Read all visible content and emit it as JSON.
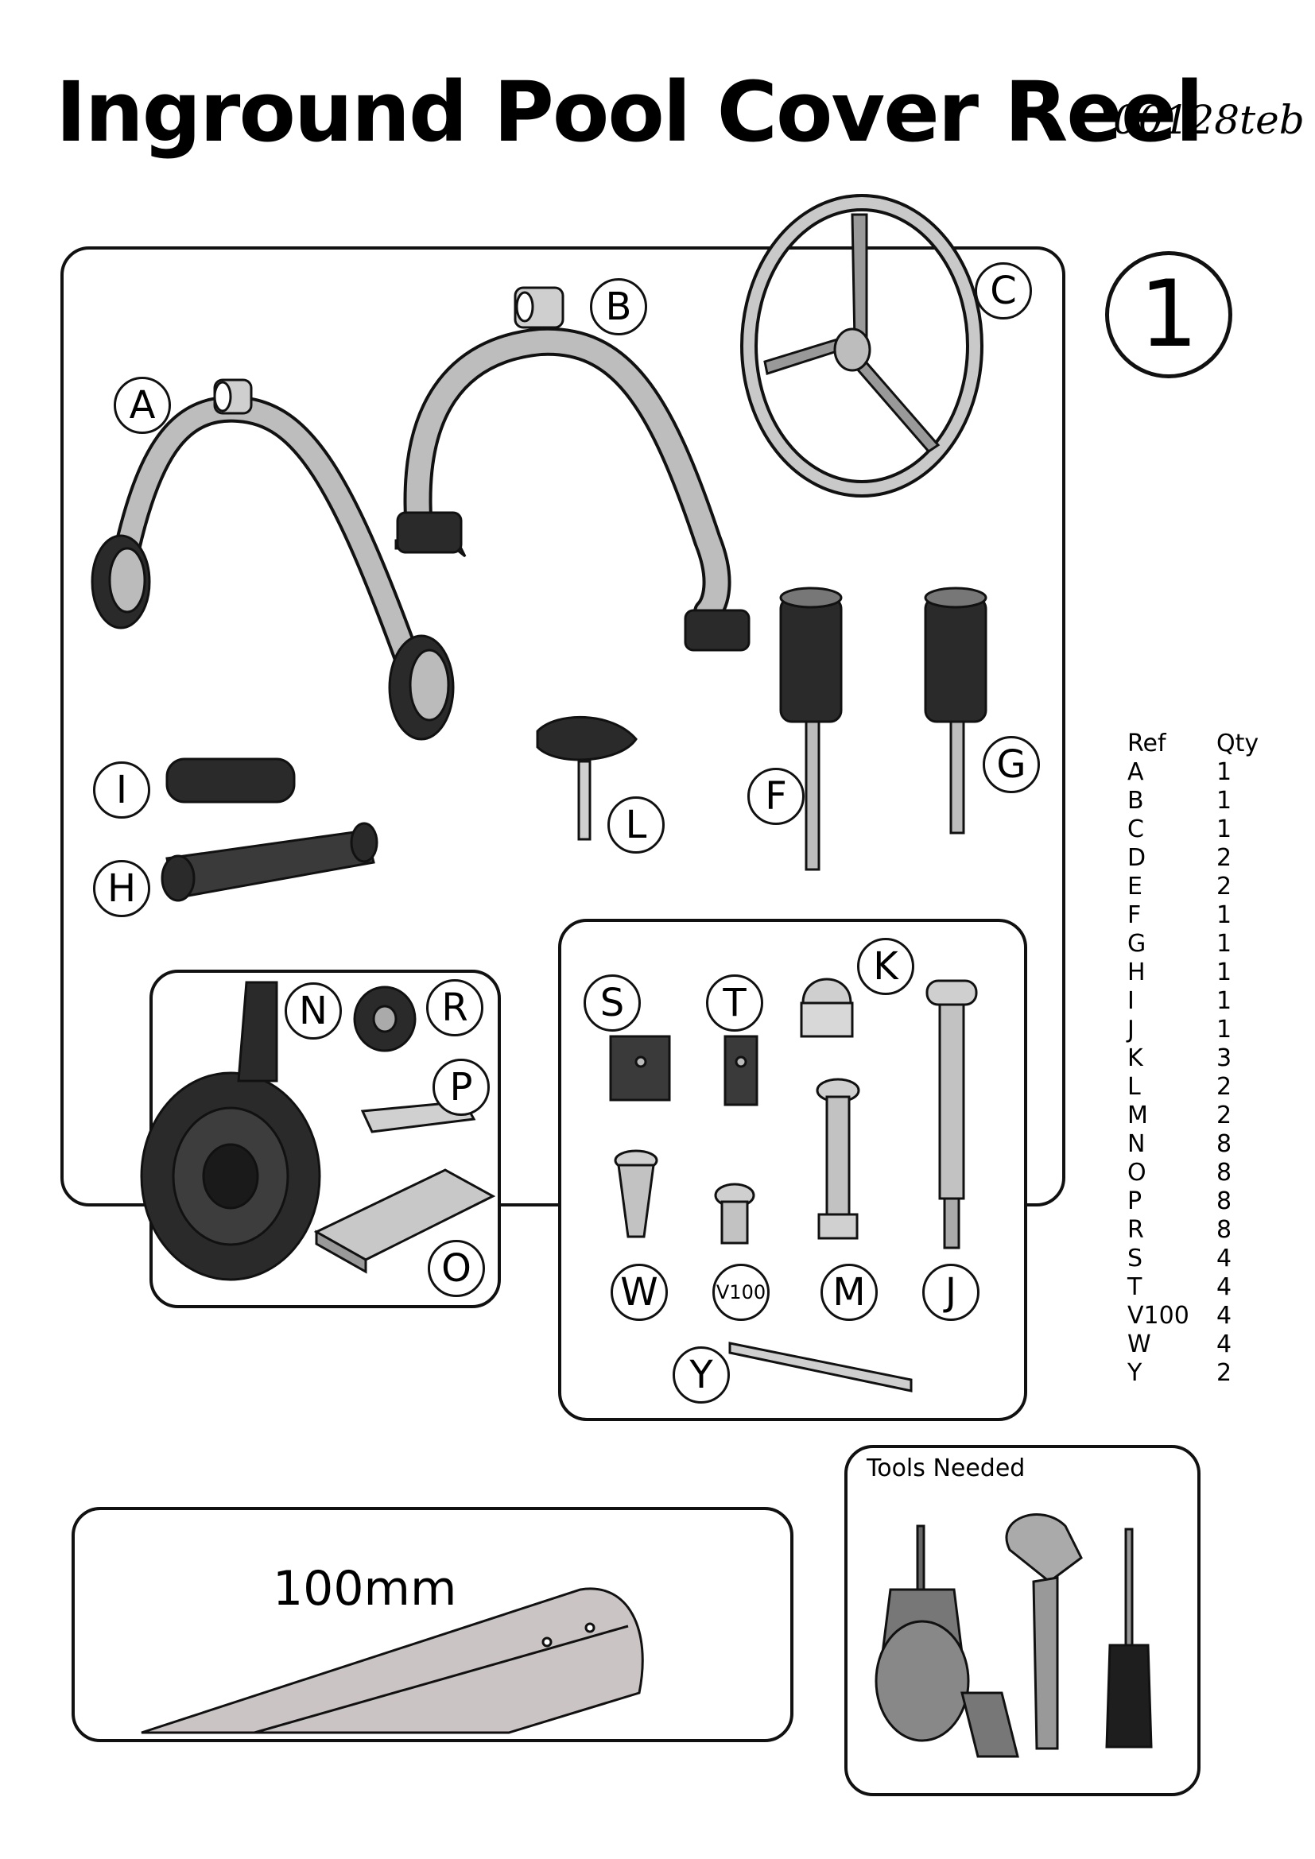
{
  "header": {
    "title": "Inground Pool Cover Reel",
    "code": "00128teb"
  },
  "step_number": "1",
  "labels": {
    "A": "A",
    "B": "B",
    "C": "C",
    "F": "F",
    "G": "G",
    "H": "H",
    "I": "I",
    "L": "L",
    "N": "N",
    "R": "R",
    "P": "P",
    "O": "O",
    "S": "S",
    "T": "T",
    "K": "K",
    "W": "W",
    "V": "V100",
    "M": "M",
    "J": "J",
    "Y": "Y"
  },
  "parts_table": {
    "ref_header": "Ref",
    "qty_header": "Qty",
    "rows": [
      {
        "ref": "A",
        "qty": "1"
      },
      {
        "ref": "B",
        "qty": "1"
      },
      {
        "ref": "C",
        "qty": "1"
      },
      {
        "ref": "D",
        "qty": "2"
      },
      {
        "ref": "E",
        "qty": "2"
      },
      {
        "ref": "F",
        "qty": "1"
      },
      {
        "ref": "G",
        "qty": "1"
      },
      {
        "ref": "H",
        "qty": "1"
      },
      {
        "ref": "I",
        "qty": "1"
      },
      {
        "ref": "J",
        "qty": "1"
      },
      {
        "ref": "K",
        "qty": "3"
      },
      {
        "ref": "L",
        "qty": "2"
      },
      {
        "ref": "M",
        "qty": "2"
      },
      {
        "ref": "N",
        "qty": "8"
      },
      {
        "ref": "O",
        "qty": "8"
      },
      {
        "ref": "P",
        "qty": "8"
      },
      {
        "ref": "R",
        "qty": "8"
      },
      {
        "ref": "S",
        "qty": "4"
      },
      {
        "ref": "T",
        "qty": "4"
      },
      {
        "ref": "V100",
        "qty": "4"
      },
      {
        "ref": "W",
        "qty": "4"
      },
      {
        "ref": "Y",
        "qty": "2"
      }
    ]
  },
  "tools": {
    "label": "Tools Needed",
    "items": [
      "drill-icon",
      "adjustable-wrench-icon",
      "screwdriver-icon"
    ]
  },
  "measurement": {
    "label": "100mm"
  },
  "colors": {
    "metal": "#b9b9b9",
    "rubber": "#2a2a2a",
    "outline": "#111111"
  }
}
